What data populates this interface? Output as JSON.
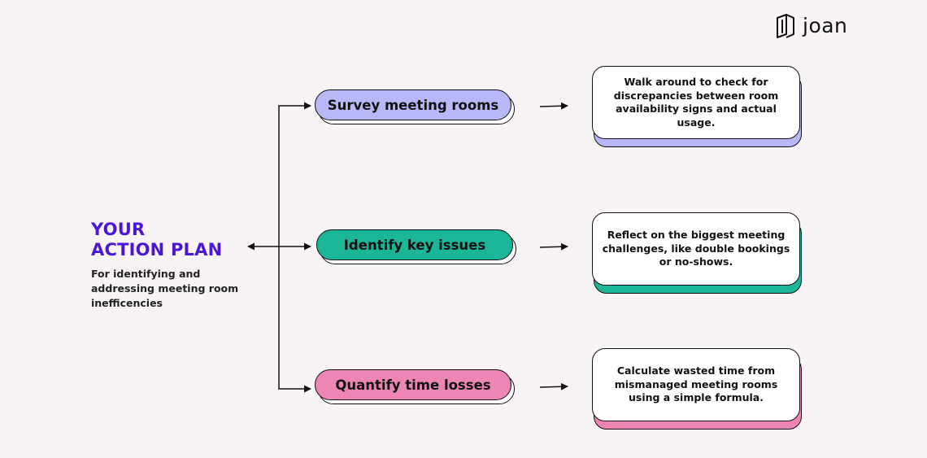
{
  "brand": {
    "name": "joan"
  },
  "plan": {
    "title_line1": "YOUR",
    "title_line2": "ACTION PLAN",
    "subtitle": "For identifying and addressing meeting room inefficencies"
  },
  "steps": [
    {
      "label": "Survey meeting rooms",
      "description": "Walk around to check for discrepancies between room availability signs and actual usage.",
      "color": "#b8b8f8"
    },
    {
      "label": "Identify key issues",
      "description": "Reflect on the biggest meeting challenges, like double bookings or no-shows.",
      "color": "#1bb597"
    },
    {
      "label": "Quantify time losses",
      "description": "Calculate wasted time from mismanaged meeting rooms using a simple formula.",
      "color": "#ee86b5"
    }
  ],
  "colors": {
    "heading": "#4b16d6",
    "background": "#f8f4f5",
    "outline": "#111111"
  }
}
